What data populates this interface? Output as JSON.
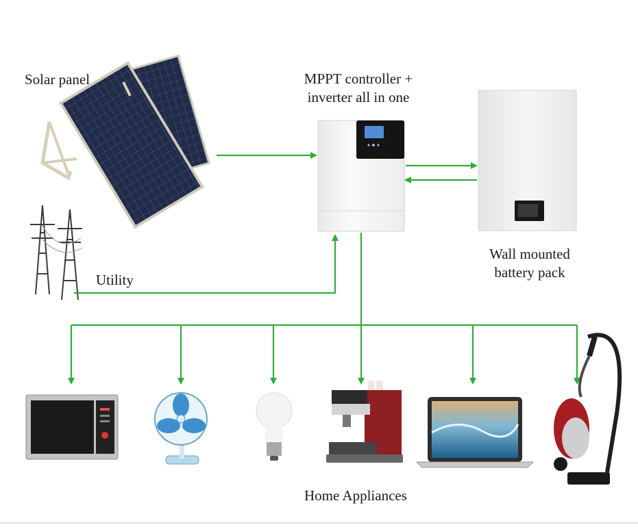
{
  "labels": {
    "solar_panel": "Solar panel",
    "controller_line1": "MPPT controller +",
    "controller_line2": "inverter all in one",
    "battery_line1": "Wall mounted",
    "battery_line2": "battery pack",
    "utility": "Utility",
    "home_appliances": "Home Appliances"
  },
  "colors": {
    "arrow": "#2fae3a",
    "panel_cell": "#1e2a45",
    "inverter_body": "#f3f3f3",
    "battery_body": "#eeeeee"
  },
  "appliances": [
    "microwave-icon",
    "fan-icon",
    "light-bulb-icon",
    "coffee-machine-icon",
    "laptop-icon",
    "vacuum-cleaner-icon"
  ]
}
